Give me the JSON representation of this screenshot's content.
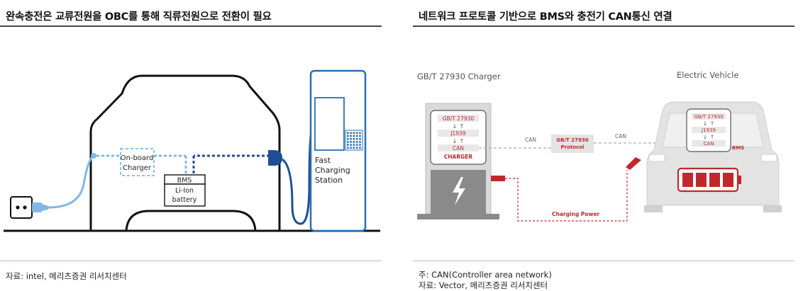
{
  "left": {
    "title": "완속충전은 교류전원을 OBC를 통해 직류전원으로 전환이 필요",
    "labels": {
      "onboard_line1": "On-board",
      "onboard_line2": "Charger",
      "bms": "BMS",
      "battery_line1": "Li-Ion",
      "battery_line2": "battery",
      "station_line1": "Fast",
      "station_line2": "Charging",
      "station_line3": "Station"
    },
    "source": "자료: intel, 메리츠증권 리서치센터",
    "colors": {
      "car": "#111111",
      "ac_line": "#7fb8e6",
      "dc_line": "#1f4e96",
      "station": "#2a6fb0"
    }
  },
  "right": {
    "title": "네트워크 프로토콜 기반으로 BMS와 충전기 CAN통신 연결",
    "labels": {
      "charger_title": "GB/T 27930 Charger",
      "vehicle_title": "Electric Vehicle",
      "charger_stack": [
        "GB/T 27930",
        "J1939",
        "CAN"
      ],
      "vehicle_stack": [
        "GB/T 27930",
        "J1939",
        "CAN"
      ],
      "charger_name": "CHARGER",
      "protocol_line1": "GB/T 27930",
      "protocol_line2": "Protocol",
      "can_left": "CAN",
      "can_right": "CAN",
      "bms": "BMS",
      "charging_power": "Charging Power"
    },
    "note": "주: CAN(Controller area network)",
    "source": "자료: Vector, 메리츠증권 리서치센터",
    "colors": {
      "accent": "#c0282d",
      "body_gray": "#d9d9d9",
      "dark_gray": "#8a8a8a"
    }
  }
}
